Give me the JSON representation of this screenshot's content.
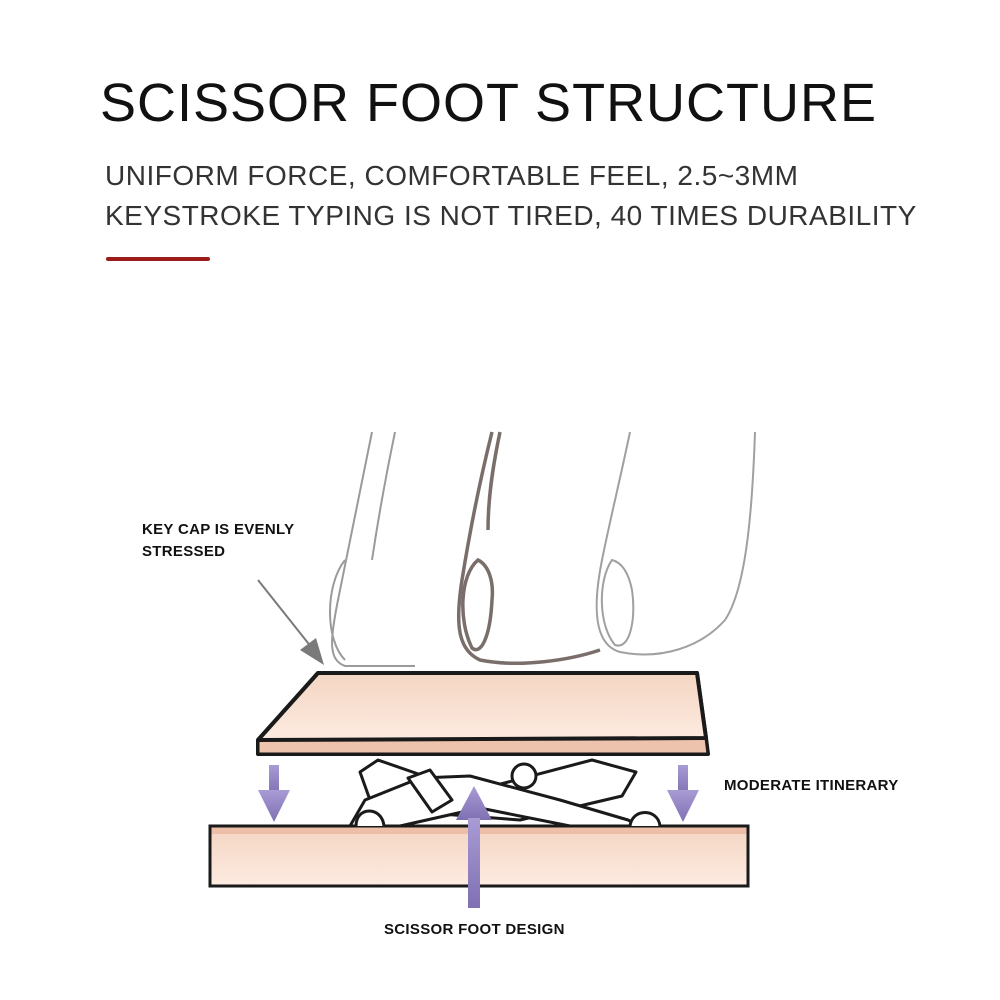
{
  "header": {
    "title": "SCISSOR FOOT STRUCTURE",
    "subtitle_line1": "UNIFORM FORCE, COMFORTABLE FEEL, 2.5~3MM",
    "subtitle_line2": "KEYSTROKE TYPING IS NOT TIRED, 40 TIMES DURABILITY",
    "accent_color": "#9b1c1c"
  },
  "callouts": {
    "keycap_line1": "KEY CAP IS EVENLY",
    "keycap_line2": "STRESSED",
    "itinerary": "MODERATE ITINERARY",
    "scissor": "SCISSOR FOOT DESIGN"
  },
  "colors": {
    "plate_fill": "#fbe2d4",
    "arrow_color": "#8e7fbf",
    "outline": "#1a1a1a"
  }
}
